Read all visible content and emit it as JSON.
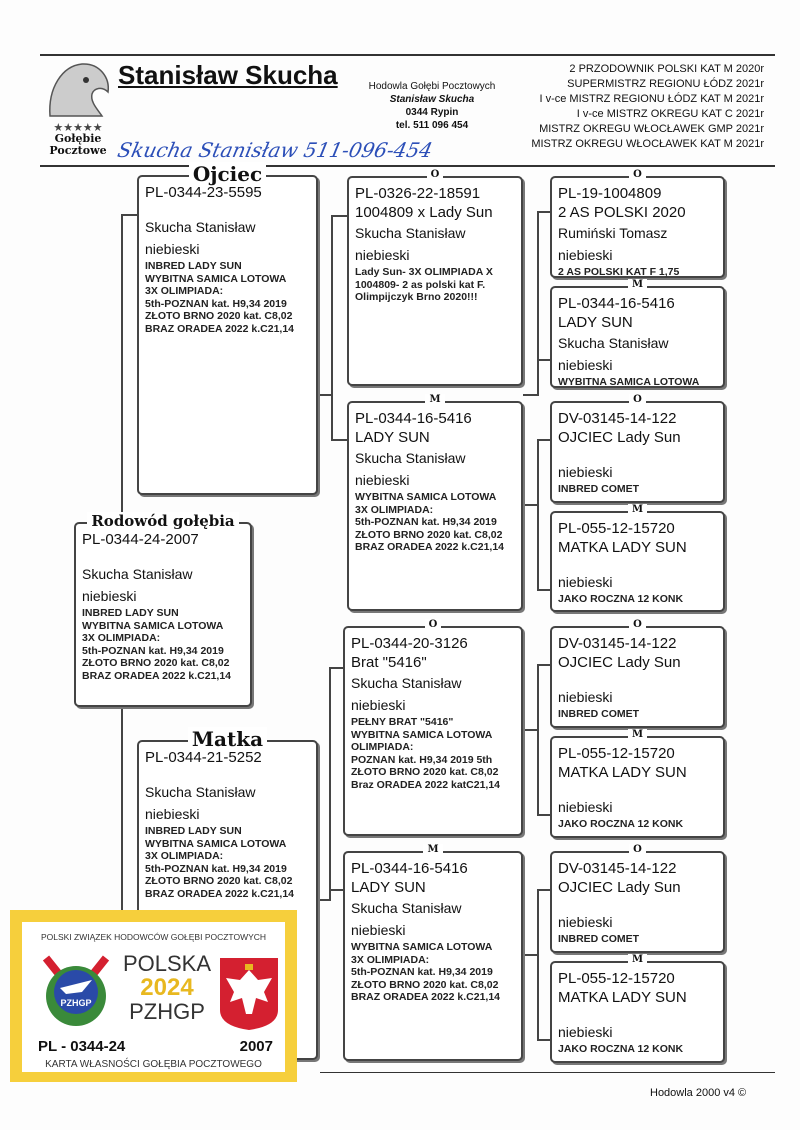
{
  "header": {
    "breeder_name": "Stanisław Skucha",
    "logo_text": [
      "Gołębie",
      "Pocztowe"
    ],
    "logo_stars": "★★★★★",
    "center_info": [
      "Hodowla Gołębi Pocztowych",
      "Stanisław Skucha",
      "0344 Rypin",
      "tel. 511 096 454"
    ],
    "awards": [
      "2 PRZODOWNIK POLSKI KAT M 2020r",
      "SUPERMISTRZ REGIONU ŁÓDZ 2021r",
      "I v-ce MISTRZ REGIONU ŁÓDZ KAT M 2021r",
      "I v-ce MISTRZ OKREGU  KAT C 2021r",
      "MISTRZ OKREGU WŁOCŁAWEK GMP 2021r",
      "MISTRZ OKREGU WŁOCŁAWEK KAT M 2021r"
    ],
    "signature": "Skucha Stanisław 511-096-454"
  },
  "boxes": {
    "ojciec": {
      "title": "Ojciec",
      "lines": [
        {
          "t": "PL-0344-23-5595",
          "s": "big"
        },
        {
          "t": "",
          "s": "blank"
        },
        {
          "t": "Skucha Stanisław",
          "s": "mid"
        },
        {
          "t": "niebieski",
          "s": "mid"
        },
        {
          "t": "INBRED LADY SUN",
          "s": "small"
        },
        {
          "t": "WYBITNA SAMICA LOTOWA",
          "s": "small"
        },
        {
          "t": "3X OLIMPIADA:",
          "s": "small"
        },
        {
          "t": "5th-POZNAN kat. H9,34 2019",
          "s": "small"
        },
        {
          "t": "ZŁOTO BRNO 2020 kat. C8,02",
          "s": "small"
        },
        {
          "t": "BRAZ ORADEA 2022 k.C21,14",
          "s": "small"
        }
      ]
    },
    "rodowod": {
      "title": "Rodowód gołębia",
      "lines": [
        {
          "t": "PL-0344-24-2007",
          "s": "big"
        },
        {
          "t": "",
          "s": "blank"
        },
        {
          "t": "Skucha Stanisław",
          "s": "mid"
        },
        {
          "t": "niebieski",
          "s": "mid"
        },
        {
          "t": "INBRED LADY SUN",
          "s": "small"
        },
        {
          "t": "WYBITNA SAMICA LOTOWA",
          "s": "small"
        },
        {
          "t": "3X OLIMPIADA:",
          "s": "small"
        },
        {
          "t": "5th-POZNAN kat. H9,34 2019",
          "s": "small"
        },
        {
          "t": "ZŁOTO BRNO 2020 kat. C8,02",
          "s": "small"
        },
        {
          "t": "BRAZ ORADEA 2022 k.C21,14",
          "s": "small"
        }
      ]
    },
    "matka": {
      "title": "Matka",
      "lines": [
        {
          "t": "PL-0344-21-5252",
          "s": "big"
        },
        {
          "t": "",
          "s": "blank"
        },
        {
          "t": "Skucha Stanisław",
          "s": "mid"
        },
        {
          "t": "niebieski",
          "s": "mid"
        },
        {
          "t": "INBRED LADY SUN",
          "s": "small"
        },
        {
          "t": "WYBITNA SAMICA LOTOWA",
          "s": "small"
        },
        {
          "t": "3X OLIMPIADA:",
          "s": "small"
        },
        {
          "t": "5th-POZNAN kat. H9,34 2019",
          "s": "small"
        },
        {
          "t": "ZŁOTO BRNO 2020 kat. C8,02",
          "s": "small"
        },
        {
          "t": "BRAZ ORADEA 2022 k.C21,14",
          "s": "small"
        }
      ]
    },
    "oo": {
      "title": "O",
      "lines": [
        {
          "t": "PL-0326-22-18591",
          "s": "big"
        },
        {
          "t": "1004809 x Lady Sun",
          "s": "big"
        },
        {
          "t": "Skucha Stanisław",
          "s": "mid"
        },
        {
          "t": "niebieski",
          "s": "mid"
        },
        {
          "t": "Lady Sun- 3X OLIMPIADA  X",
          "s": "small"
        },
        {
          "t": "1004809- 2 as polski kat F.",
          "s": "small"
        },
        {
          "t": "Olimpijczyk  Brno 2020!!!",
          "s": "small"
        }
      ]
    },
    "om": {
      "title": "M",
      "lines": [
        {
          "t": "PL-0344-16-5416",
          "s": "big"
        },
        {
          "t": "LADY SUN",
          "s": "big"
        },
        {
          "t": "Skucha Stanisław",
          "s": "mid"
        },
        {
          "t": "niebieski",
          "s": "mid"
        },
        {
          "t": "WYBITNA SAMICA LOTOWA",
          "s": "small"
        },
        {
          "t": "3X OLIMPIADA:",
          "s": "small"
        },
        {
          "t": "5th-POZNAN kat. H9,34 2019",
          "s": "small"
        },
        {
          "t": "ZŁOTO BRNO 2020 kat. C8,02",
          "s": "small"
        },
        {
          "t": "BRAZ ORADEA 2022 k.C21,14",
          "s": "small"
        }
      ]
    },
    "mo": {
      "title": "O",
      "lines": [
        {
          "t": "PL-0344-20-3126",
          "s": "big"
        },
        {
          "t": "Brat \"5416\"",
          "s": "big"
        },
        {
          "t": "Skucha Stanisław",
          "s": "mid"
        },
        {
          "t": "niebieski",
          "s": "mid"
        },
        {
          "t": "PEŁNY BRAT \"5416\"",
          "s": "small"
        },
        {
          "t": "WYBITNA SAMICA LOTOWA",
          "s": "small"
        },
        {
          "t": "OLIMPIADA:",
          "s": "small"
        },
        {
          "t": "POZNAN kat. H9,34 2019 5th",
          "s": "small"
        },
        {
          "t": "ZŁOTO BRNO 2020 kat. C8,02",
          "s": "small"
        },
        {
          "t": "Braz ORADEA 2022 katC21,14",
          "s": "small"
        }
      ]
    },
    "mm": {
      "title": "M",
      "lines": [
        {
          "t": "PL-0344-16-5416",
          "s": "big"
        },
        {
          "t": "LADY SUN",
          "s": "big"
        },
        {
          "t": "Skucha Stanisław",
          "s": "mid"
        },
        {
          "t": "niebieski",
          "s": "mid"
        },
        {
          "t": "WYBITNA SAMICA LOTOWA",
          "s": "small"
        },
        {
          "t": "3X OLIMPIADA:",
          "s": "small"
        },
        {
          "t": "5th-POZNAN kat. H9,34 2019",
          "s": "small"
        },
        {
          "t": "ZŁOTO BRNO 2020 kat. C8,02",
          "s": "small"
        },
        {
          "t": "BRAZ ORADEA 2022 k.C21,14",
          "s": "small"
        }
      ]
    },
    "ooo": {
      "title": "O",
      "lines": [
        {
          "t": "PL-19-1004809",
          "s": "big"
        },
        {
          "t": "2 AS POLSKI 2020",
          "s": "big"
        },
        {
          "t": "Rumiński Tomasz",
          "s": "mid"
        },
        {
          "t": "niebieski",
          "s": "mid"
        },
        {
          "t": "2 AS POLSKI KAT F 1,75",
          "s": "small"
        }
      ]
    },
    "oom": {
      "title": "M",
      "lines": [
        {
          "t": "PL-0344-16-5416",
          "s": "big"
        },
        {
          "t": "LADY SUN",
          "s": "big"
        },
        {
          "t": "Skucha Stanisław",
          "s": "mid"
        },
        {
          "t": "niebieski",
          "s": "mid"
        },
        {
          "t": "WYBITNA SAMICA LOTOWA",
          "s": "small"
        }
      ]
    },
    "omo": {
      "title": "O",
      "lines": [
        {
          "t": "DV-03145-14-122",
          "s": "big"
        },
        {
          "t": "OJCIEC Lady Sun",
          "s": "big"
        },
        {
          "t": "",
          "s": "mid"
        },
        {
          "t": "niebieski",
          "s": "mid"
        },
        {
          "t": "INBRED COMET",
          "s": "small"
        }
      ]
    },
    "omm": {
      "title": "M",
      "lines": [
        {
          "t": "PL-055-12-15720",
          "s": "big"
        },
        {
          "t": "MATKA LADY SUN",
          "s": "big"
        },
        {
          "t": "",
          "s": "mid"
        },
        {
          "t": "niebieski",
          "s": "mid"
        },
        {
          "t": "JAKO ROCZNA 12 KONK",
          "s": "small"
        }
      ]
    },
    "moo": {
      "title": "O",
      "lines": [
        {
          "t": "DV-03145-14-122",
          "s": "big"
        },
        {
          "t": "OJCIEC Lady Sun",
          "s": "big"
        },
        {
          "t": "",
          "s": "mid"
        },
        {
          "t": "niebieski",
          "s": "mid"
        },
        {
          "t": "INBRED COMET",
          "s": "small"
        }
      ]
    },
    "mom": {
      "title": "M",
      "lines": [
        {
          "t": "PL-055-12-15720",
          "s": "big"
        },
        {
          "t": "MATKA LADY SUN",
          "s": "big"
        },
        {
          "t": "",
          "s": "mid"
        },
        {
          "t": "niebieski",
          "s": "mid"
        },
        {
          "t": "JAKO ROCZNA 12 KONK",
          "s": "small"
        }
      ]
    },
    "mmo": {
      "title": "O",
      "lines": [
        {
          "t": "DV-03145-14-122",
          "s": "big"
        },
        {
          "t": "OJCIEC Lady Sun",
          "s": "big"
        },
        {
          "t": "",
          "s": "mid"
        },
        {
          "t": "niebieski",
          "s": "mid"
        },
        {
          "t": "INBRED COMET",
          "s": "small"
        }
      ]
    },
    "mmm": {
      "title": "M",
      "lines": [
        {
          "t": "PL-055-12-15720",
          "s": "big"
        },
        {
          "t": "MATKA LADY SUN",
          "s": "big"
        },
        {
          "t": "",
          "s": "mid"
        },
        {
          "t": "niebieski",
          "s": "mid"
        },
        {
          "t": "JAKO ROCZNA 12 KONK",
          "s": "small"
        }
      ]
    }
  },
  "sticker": {
    "org": "POLSKI ZWIĄZEK HODOWCÓW GOŁĘBI POCZTOWYCH",
    "emblem_text": "PZHGP",
    "country": "POLSKA",
    "year": "2024",
    "abbr": "PZHGP",
    "ring_prefix": "PL - 0344-24",
    "ring_number": "2007",
    "caption": "KARTA  WŁASNOŚCI GOŁĘBIA POCZTOWEGO",
    "colors": {
      "frame": "#f6cf3c",
      "year": "#e8b820",
      "red": "#d42030",
      "blue": "#2a4aa8",
      "green": "#3a8a3a"
    }
  },
  "footer": {
    "text": "Hodowla 2000 v4 ©"
  }
}
